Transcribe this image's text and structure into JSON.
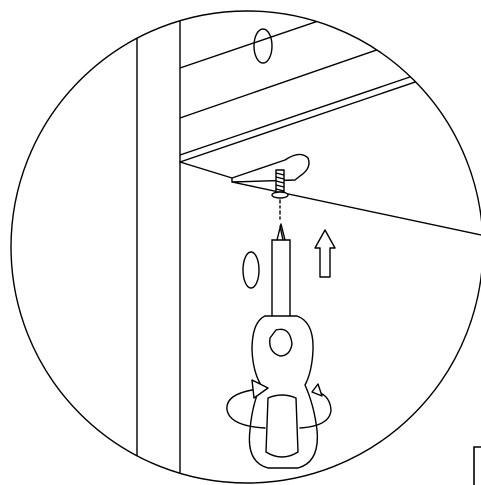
{
  "colors": {
    "background": "#ffffff",
    "stroke": "#000000"
  },
  "parts": {
    "frame": "frame",
    "shelf": "shelf",
    "bracket": "bracket",
    "screw": "screw",
    "screwdriver": "screwdriver",
    "arrow": "up-arrow",
    "rotation": "rotation-arrow"
  }
}
